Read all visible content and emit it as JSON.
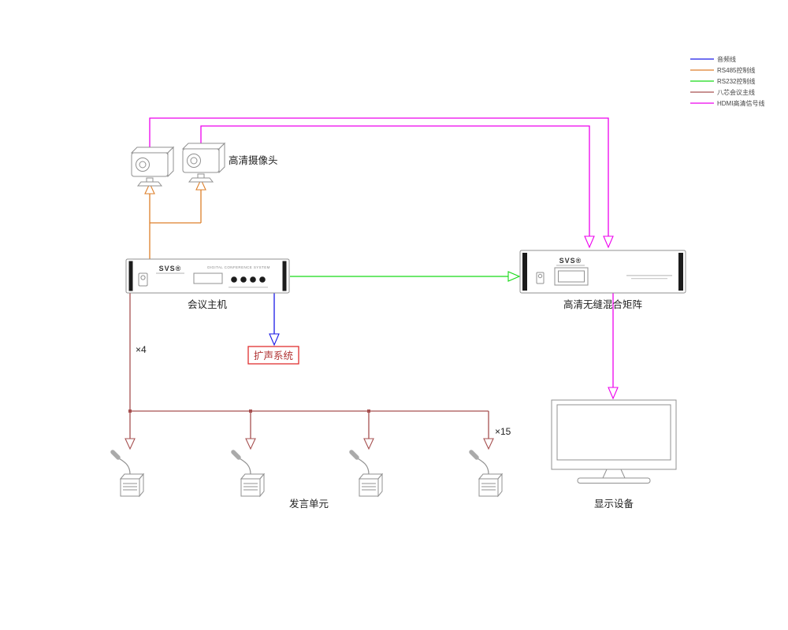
{
  "legend": {
    "items": [
      {
        "label": "音频线",
        "color": "#1a1ae6"
      },
      {
        "label": "RS485控制线",
        "color": "#dd7f2a"
      },
      {
        "label": "RS232控制线",
        "color": "#17d917"
      },
      {
        "label": "八芯会议主线",
        "color": "#a65050"
      },
      {
        "label": "HDMI高清信号线",
        "color": "#ee00ee"
      }
    ]
  },
  "devices": {
    "camera": {
      "label": "高清摄像头"
    },
    "host": {
      "label": "会议主机",
      "brand": "SVS®",
      "panel_title": "DIGITAL CONFERENCE SYSTEM"
    },
    "matrix": {
      "label": "高清无缝混合矩阵",
      "brand": "SVS®"
    },
    "pa": {
      "label": "扩声系统"
    },
    "mic": {
      "label": "发言单元"
    },
    "display": {
      "label": "显示设备"
    }
  },
  "annotations": {
    "host_link_count": "×4",
    "mic_chain_count": "×15"
  },
  "colors": {
    "background": "#ffffff",
    "device_outline": "#909090",
    "label_text": "#222222",
    "pa_box": "#e03030",
    "pa_text": "#b03434"
  }
}
